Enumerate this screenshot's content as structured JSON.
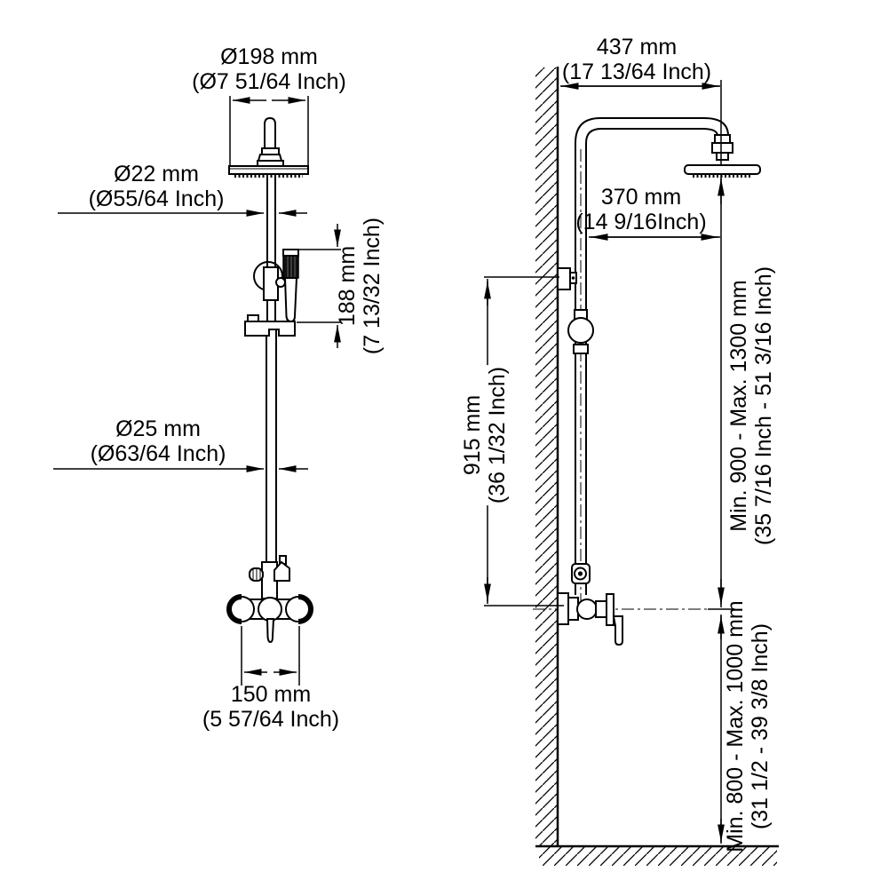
{
  "colors": {
    "line": "#000000",
    "background": "#ffffff",
    "hand_shower_grip": "#111111"
  },
  "front_view": {
    "head_diameter": {
      "mm": "Ø198 mm",
      "inch": "(Ø7 51/64 Inch)"
    },
    "upper_pipe_diameter": {
      "mm": "Ø22 mm",
      "inch": "(Ø55/64 Inch)"
    },
    "hand_shower_length": {
      "mm": "188 mm",
      "inch": "(7 13/32 Inch)"
    },
    "lower_pipe_diameter": {
      "mm": "Ø25 mm",
      "inch": "(Ø63/64 Inch)"
    },
    "valve_connection_spacing": {
      "mm": "150 mm",
      "inch": "(5 57/64 Inch)"
    }
  },
  "side_view": {
    "arm_reach": {
      "mm": "437 mm",
      "inch": "(17 13/64 Inch)"
    },
    "head_wall_offset": {
      "mm": "370 mm",
      "inch": "(14 9/16Inch)"
    },
    "slide_bar_length": {
      "mm": "915 mm",
      "inch": "(36 1/32 Inch)"
    },
    "head_height_range": {
      "mm": "Min. 900 - Max. 1300 mm",
      "inch": "(35 7/16 Inch - 51 3/16 Inch)"
    },
    "valve_height_range": {
      "mm": "Min. 800 - Max. 1000 mm",
      "inch": "(31 1/2 - 39 3/8 Inch)"
    }
  }
}
